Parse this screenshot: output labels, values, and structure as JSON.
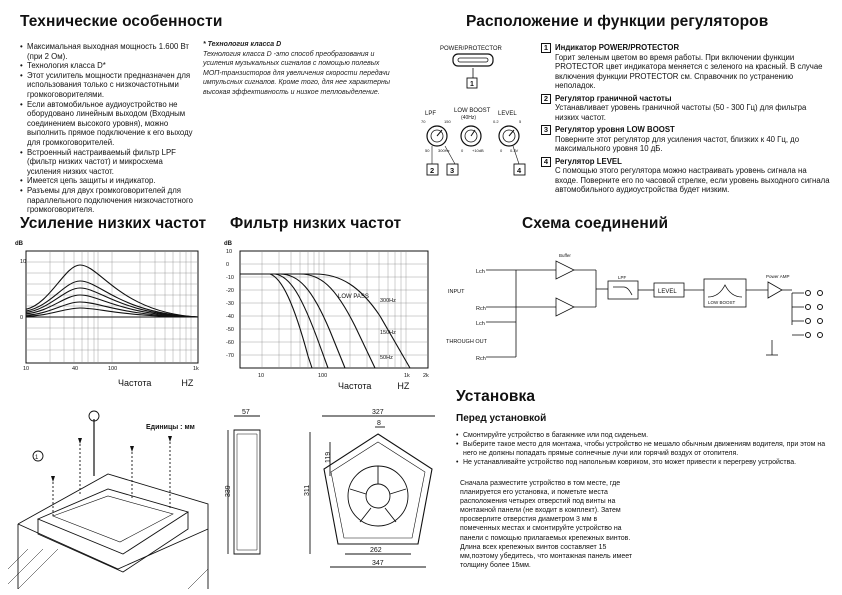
{
  "features": {
    "title": "Технические особенности",
    "items": [
      "Максимальная выходная мощность 1.600 Вт (при 2 Ом).",
      "Технология класса D*",
      "Этот усилитель мощности предназначен для использования только с низкочастотными громкоговорителями.",
      "Если автомобильное аудиоустройство не оборудовано линейным выходом (Входным соединением высокого уровня), можно выполнить прямое подключение к его выходу для громкоговорителей.",
      "Встроенный настраиваемый фильтр LPF (фильтр низких частот) и микросхема усиления низких частот.",
      "Имеется цепь защиты и индикатор.",
      "Разъемы для двух громкоговорителей для параллельного подключения низкочастотного громкоговорителя."
    ],
    "note_title": "Технология класса D",
    "note_text": "Технология класса D -это способ преобразования и усиления музыкальных сигналов с помощью полевых МОП-транзисторов для увеличения скорости передачи импульсных сигналов. Кроме того, для нее характерны высокая эффективность и низкое тепловыделение."
  },
  "controls": {
    "title": "Расположение и функции регуляторов",
    "panel_label": "POWER/PROTECTOR",
    "knob_labels": [
      "LPF",
      "LOW BOOST",
      "LEVEL"
    ],
    "knob_sub": "(40Hz)",
    "knob_ticks": {
      "lpf": [
        "70",
        "150",
        "50",
        "300Hz"
      ],
      "boost": [
        "0",
        "+10dB"
      ],
      "level": [
        "0.2",
        "5",
        "0",
        "0.3V"
      ]
    },
    "callouts": [
      "1",
      "2",
      "3",
      "4"
    ],
    "items": [
      {
        "num": "1",
        "title": "Индикатор POWER/PROTECTOR",
        "text": "Горит зеленым цветом во время работы. При включении функции PROTECTOR цвет индикатора меняется с зеленого на красный. В случае включения функции PROTECTOR см. Справочник по устранению неполадок."
      },
      {
        "num": "2",
        "title": "Регулятор граничной частоты",
        "text": "Устанавливает уровень граничной частоты (50 - 300 Гц) для фильтра низких частот."
      },
      {
        "num": "3",
        "title": "Регулятор уровня LOW BOOST",
        "text": "Поверните этот регулятор для усиления частот, близких к 40 Гц, до максимального уровня 10 дБ."
      },
      {
        "num": "4",
        "title": "Регулятор LEVEL",
        "text": "С помощью этого регулятора можно настраивать уровень сигнала на входе. Поверните его по часовой стрелке, если уровень выходного сигнала автомобильного аудиоустройства будет низким."
      }
    ]
  },
  "bass_boost": {
    "title": "Усиление низких частот",
    "xlabel": "Частота",
    "xunit": "HZ",
    "ylabel": "dB",
    "yticks": [
      "10",
      "0"
    ],
    "xticks": [
      "10",
      "40",
      "100",
      "1k"
    ]
  },
  "lpf": {
    "title": "Фильтр низких частот",
    "xlabel": "Частота",
    "xunit": "HZ",
    "ylabel": "dB",
    "yticks": [
      "10",
      "0",
      "-10",
      "-20",
      "-30",
      "-40",
      "-50",
      "-60",
      "-70"
    ],
    "xticks": [
      "10",
      "100",
      "1k",
      "2k"
    ],
    "annotations": [
      "LOW PASS",
      "300Hz",
      "150Hz",
      "50Hz"
    ]
  },
  "wiring": {
    "title": "Схема соединений",
    "labels": {
      "lch": "Lch",
      "rch": "Rch",
      "input": "INPUT",
      "through": "THROUGH OUT",
      "lpf": "LPF",
      "level": "LEVEL",
      "low_boost": "LOW BOOST",
      "buffer": "Buffer",
      "power_amp": "Power AMP"
    }
  },
  "mounting": {
    "units": "Единицы : мм",
    "callout": "1",
    "dims": [
      "57",
      "339",
      "327",
      "8",
      "119",
      "311",
      "262",
      "347"
    ]
  },
  "install": {
    "title": "Установка",
    "subtitle": "Перед установкой",
    "items": [
      "Смонтируйте устройство в багажнике или под сиденьем.",
      "Выберите такое место для монтажа, чтобы устройство не мешало обычным движениям водителя, при этом на него не должны попадать прямые солнечные лучи или горячий воздух от отопителя.",
      "Не устанавливайте устройство под напольным ковриком, это может привести к перегреву устройства."
    ],
    "paragraph": "Сначала разместите устройство в том месте, где планируется его установка, и пометьте места расположения четырех отверстий под винты на монтажной панели (не входит в комплект). Затем просверлите отверстия диаметром 3 мм в помеченных местах и смонтируйте устройство на панели с помощью прилагаемых крепежных винтов. Длина всех крепежных винтов составляет 15 мм,поэтому убедитесь, что монтажная панель имеет толщину более 15мм."
  }
}
